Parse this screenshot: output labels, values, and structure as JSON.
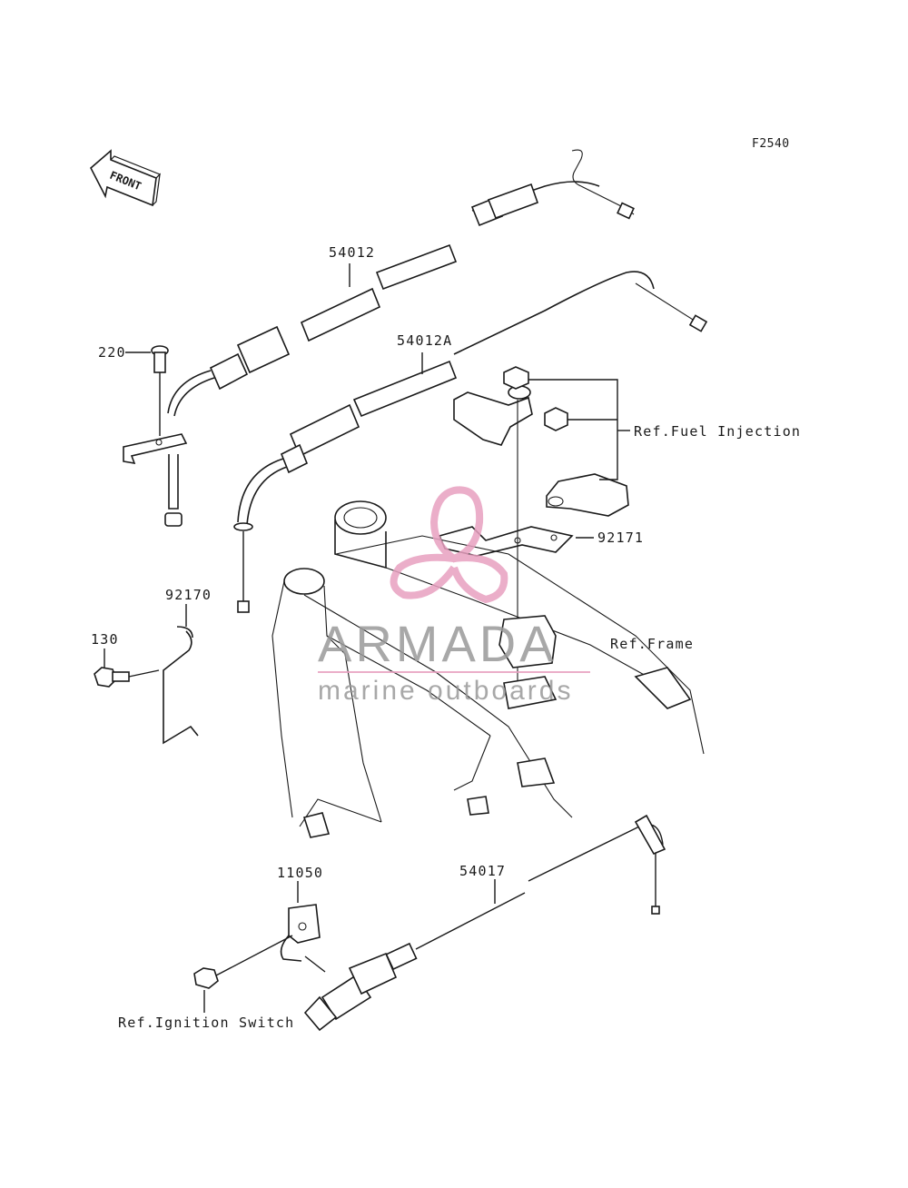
{
  "diagram_code": "F2540",
  "front_label": "FRONT",
  "parts": {
    "cable_throttle_a": "54012",
    "cable_throttle_b": "54012A",
    "screw_220": "220",
    "clamp_92170": "92170",
    "bolt_130": "130",
    "bracket_92171": "92171",
    "bracket_11050": "11050",
    "choke_cable": "54017"
  },
  "references": {
    "fuel_injection": "Ref.Fuel Injection",
    "frame": "Ref.Frame",
    "ignition_switch": "Ref.Ignition Switch"
  },
  "watermark": {
    "brand": "ARMADA",
    "tagline": "marine outboards",
    "color": "#e8a0c0"
  }
}
